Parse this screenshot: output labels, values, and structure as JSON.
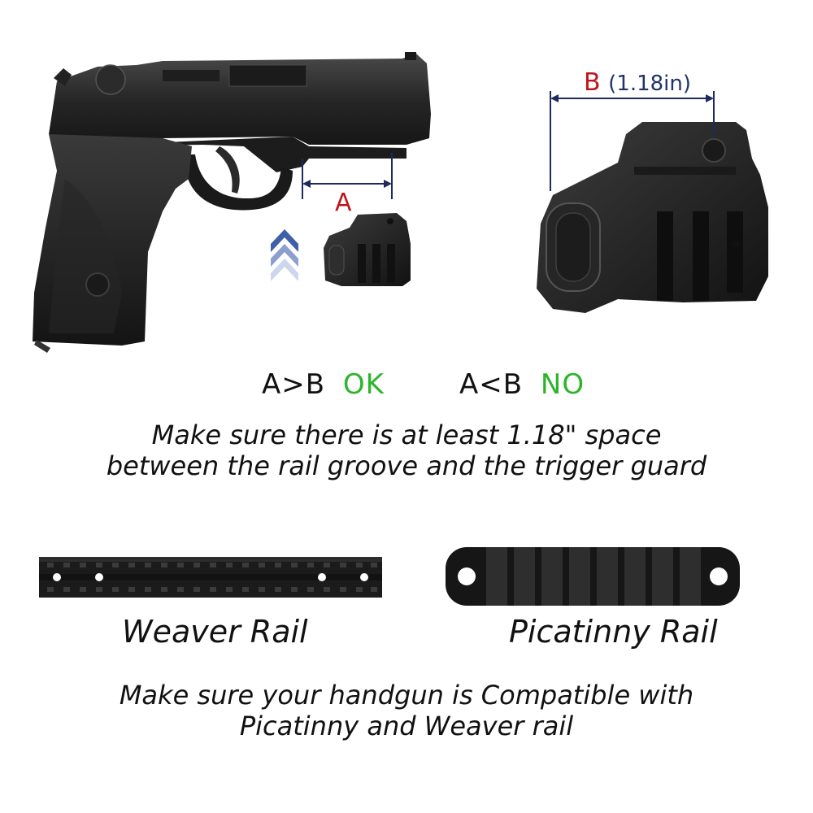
{
  "dimension_a": {
    "label": "A"
  },
  "dimension_b": {
    "label": "B",
    "value": "(1.18in)"
  },
  "comparison": {
    "left": {
      "expr": "A>B",
      "result": "OK"
    },
    "right": {
      "expr": "A<B",
      "result": "NO"
    }
  },
  "spacing_note": {
    "line1": "Make sure there is at least 1.18\" space",
    "line2": "between the rail groove and the trigger guard"
  },
  "rails": {
    "weaver_label": "Weaver Rail",
    "picatinny_label": "Picatinny Rail"
  },
  "compat_note": {
    "line1": "Make sure your handgun is Compatible with",
    "line2": "Picatinny and Weaver rail"
  },
  "colors": {
    "dimension_a": "#c0141b",
    "dimension_b": "#22336b",
    "ok_no": "#2cb52a"
  }
}
